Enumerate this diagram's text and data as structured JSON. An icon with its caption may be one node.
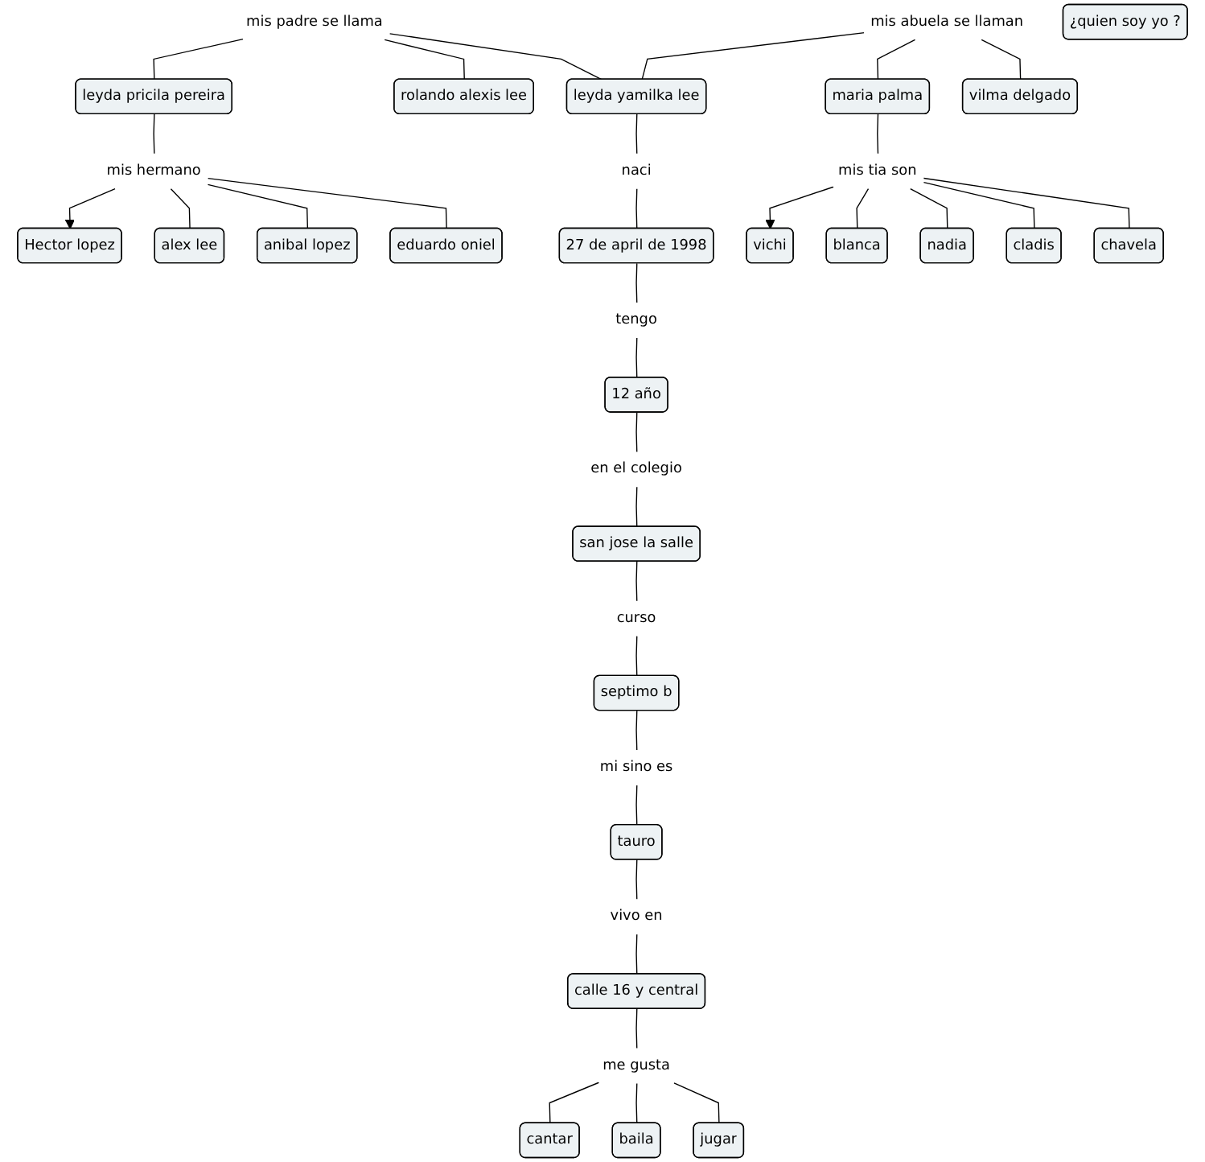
{
  "diagram": {
    "nodes": [
      {
        "text": [
          "¿quien soy yo ?"
        ]
      },
      {
        "text": [
          "mis padre se llama"
        ]
      },
      {
        "text": [
          "leyda yamilka lee"
        ]
      },
      {
        "text": [
          "mis abuela se llaman"
        ]
      },
      {
        "text": [
          "rolando alexis lee"
        ]
      },
      {
        "text": [
          "leyda pricila pereira"
        ]
      },
      {
        "text": [
          "maria palma"
        ]
      },
      {
        "text": [
          "vilma delgado"
        ]
      },
      {
        "text": [
          "mis hermano"
        ]
      },
      {
        "text": [
          "naci"
        ]
      },
      {
        "text": [
          "Hector lopez"
        ]
      },
      {
        "text": [
          "alex lee"
        ]
      },
      {
        "text": [
          "anibal lopez"
        ]
      },
      {
        "text": [
          "eduardo oniel"
        ]
      },
      {
        "text": [
          "27 de april de 1998"
        ]
      },
      {
        "text": [
          "mis tia son"
        ]
      },
      {
        "text": [
          "vichi"
        ]
      },
      {
        "text": [
          "blanca"
        ]
      },
      {
        "text": [
          "nadia"
        ]
      },
      {
        "text": [
          "cladis"
        ]
      },
      {
        "text": [
          "chavela"
        ]
      },
      {
        "text": [
          "tengo"
        ]
      },
      {
        "text": [
          "12 año"
        ]
      },
      {
        "text": [
          "en el colegio"
        ]
      },
      {
        "text": [
          "san jose la salle"
        ]
      },
      {
        "text": [
          "curso"
        ]
      },
      {
        "text": [
          "septimo b"
        ]
      },
      {
        "text": [
          "mi sino es"
        ]
      },
      {
        "text": [
          "tauro"
        ]
      },
      {
        "text": [
          "vivo en"
        ]
      },
      {
        "text": [
          "calle 16 y central"
        ]
      },
      {
        "text": [
          "me gusta"
        ]
      },
      {
        "text": [
          "cantar"
        ]
      },
      {
        "text": [
          "baila"
        ]
      },
      {
        "text": [
          "jugar"
        ]
      }
    ],
    "edges": [
      {
        "from": 1,
        "to": 2,
        "arrow": "none"
      },
      {
        "from": 1,
        "to": 4,
        "arrow": "none"
      },
      {
        "from": 1,
        "to": 5,
        "arrow": "none"
      },
      {
        "from": 3,
        "to": 2,
        "arrow": "none"
      },
      {
        "from": 3,
        "to": 6,
        "arrow": "none"
      },
      {
        "from": 3,
        "to": 7,
        "arrow": "none"
      },
      {
        "from": 5,
        "to": 8,
        "arrow": "none"
      },
      {
        "from": 8,
        "to": 10,
        "arrow": "to"
      },
      {
        "from": 8,
        "to": 12,
        "arrow": "none"
      },
      {
        "from": 8,
        "to": 13,
        "arrow": "none"
      },
      {
        "from": 8,
        "to": 11,
        "arrow": "none"
      },
      {
        "from": 2,
        "to": 9,
        "arrow": "none"
      },
      {
        "from": 9,
        "to": 14,
        "arrow": "none"
      },
      {
        "from": 6,
        "to": 15,
        "arrow": "none"
      },
      {
        "from": 15,
        "to": 17,
        "arrow": "none"
      },
      {
        "from": 15,
        "to": 18,
        "arrow": "none"
      },
      {
        "from": 15,
        "to": 19,
        "arrow": "none"
      },
      {
        "from": 15,
        "to": 20,
        "arrow": "none"
      },
      {
        "from": 15,
        "to": 16,
        "arrow": "to"
      },
      {
        "from": 14,
        "to": 21,
        "arrow": "none"
      },
      {
        "from": 21,
        "to": 22,
        "arrow": "none"
      },
      {
        "from": 22,
        "to": 23,
        "arrow": "none"
      },
      {
        "from": 23,
        "to": 24,
        "arrow": "none"
      },
      {
        "from": 24,
        "to": 25,
        "arrow": "none"
      },
      {
        "from": 25,
        "to": 26,
        "arrow": "none"
      },
      {
        "from": 26,
        "to": 27,
        "arrow": "none"
      },
      {
        "from": 27,
        "to": 28,
        "arrow": "none"
      },
      {
        "from": 28,
        "to": 29,
        "arrow": "none"
      },
      {
        "from": 29,
        "to": 30,
        "arrow": "none"
      },
      {
        "from": 30,
        "to": 31,
        "arrow": "none"
      },
      {
        "from": 31,
        "to": 32,
        "arrow": "none"
      },
      {
        "from": 31,
        "to": 33,
        "arrow": "none"
      },
      {
        "from": 31,
        "to": 34,
        "arrow": "none"
      }
    ]
  }
}
